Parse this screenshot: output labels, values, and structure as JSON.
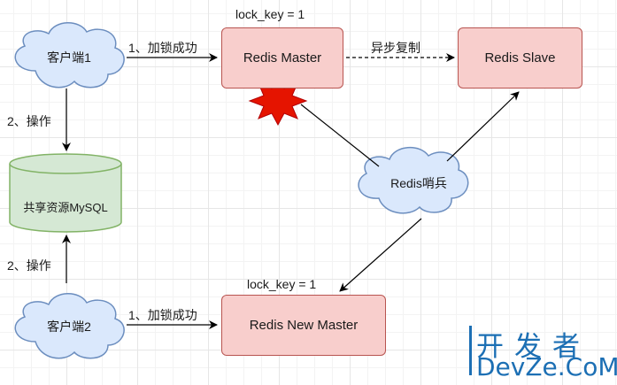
{
  "nodes": {
    "client1": "客户端1",
    "client2": "客户端2",
    "redis_master": "Redis Master",
    "redis_slave": "Redis Slave",
    "redis_new_master": "Redis New Master",
    "sentinel": "Redis哨兵",
    "mysql": "共享资源MySQL"
  },
  "labels": {
    "lock_key_top": "lock_key = 1",
    "lock_key_bottom": "lock_key = 1",
    "lock_success_1": "1、加锁成功",
    "lock_success_2": "1、加锁成功",
    "async_copy": "异步复制",
    "operate_1": "2、操作",
    "operate_2": "2、操作"
  },
  "watermark": {
    "line1": "开发者",
    "line2": "DevZe.CoM"
  },
  "colors": {
    "redis_box_fill": "#f8cecc",
    "redis_box_stroke": "#b85450",
    "cloud_fill": "#dae8fc",
    "cloud_stroke": "#6c8ebf",
    "db_fill": "#d5e8d4",
    "db_stroke": "#82b366",
    "failure_star": "#e51400"
  }
}
